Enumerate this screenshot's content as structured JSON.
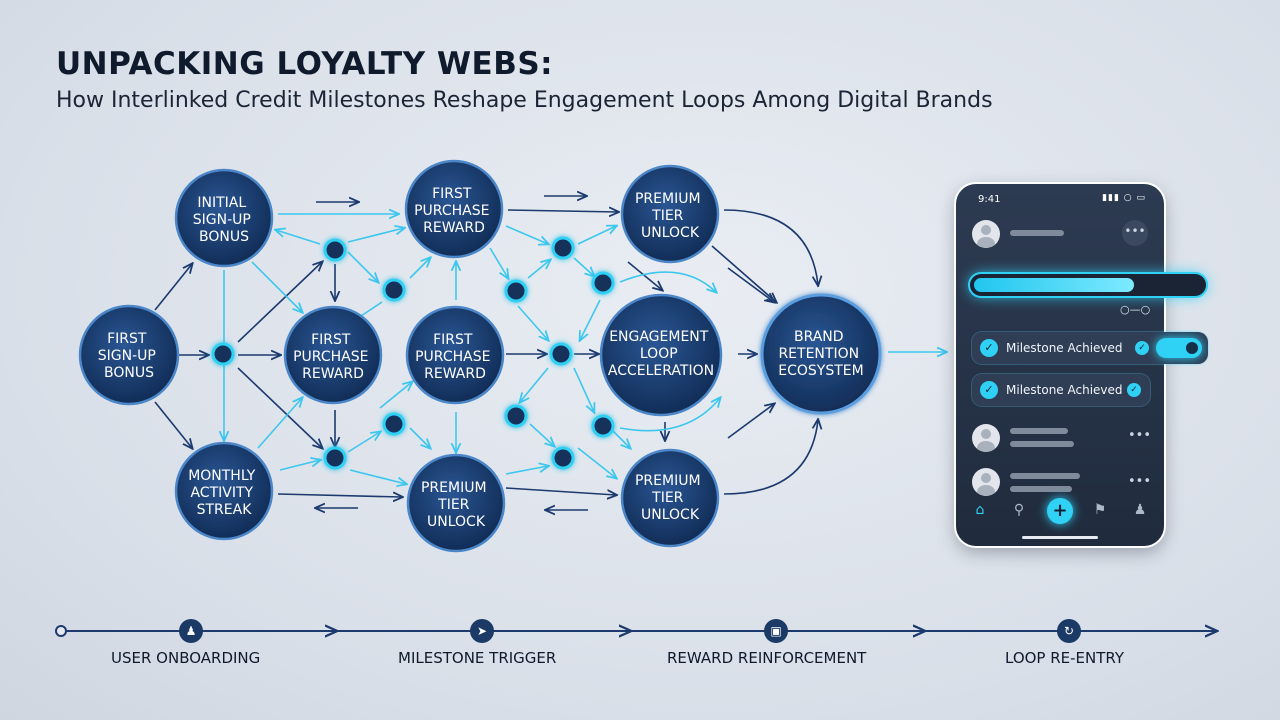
{
  "header": {
    "title": "UNPACKING LOYALTY WEBS:",
    "subtitle": "How Interlinked Credit Milestones Reshape Engagement Loops Among Digital Brands"
  },
  "diagram": {
    "nodes": {
      "first_signup": [
        "FIRST",
        "SIGN-UP",
        "BONUS"
      ],
      "initial_signup": [
        "INITIAL",
        "SIGN-UP",
        "BONUS"
      ],
      "monthly_streak": [
        "MONTHLY",
        "ACTIVITY",
        "STREAK"
      ],
      "first_purchase_mid": [
        "FIRST",
        "PURCHASE",
        "REWARD"
      ],
      "first_purchase_top": [
        "FIRST",
        "PURCHASE",
        "REWARD"
      ],
      "first_purchase_center": [
        "FIRST",
        "PURCHASE",
        "REWARD"
      ],
      "premium_bottom": [
        "PREMIUM",
        "TIER",
        "UNLOCK"
      ],
      "premium_top": [
        "PREMIUM",
        "TIER",
        "UNLOCK"
      ],
      "engagement_loop": [
        "ENGAGEMENT",
        "LOOP",
        "ACCELERATION"
      ],
      "premium_bottom_right": [
        "PREMIUM",
        "TIER",
        "UNLOCK"
      ],
      "brand_retention": [
        "BRAND",
        "RETENTION",
        "ECOSYSTEM"
      ]
    }
  },
  "phone": {
    "time": "9:41",
    "status_icons": "signal-wifi-battery-icons",
    "progress": 0.7,
    "milestones": [
      "Milestone Achieved",
      "Milestone Achieved"
    ],
    "nav_icons": [
      "home-icon",
      "search-icon",
      "add-icon",
      "bell-icon",
      "profile-icon"
    ]
  },
  "timeline": {
    "steps": [
      {
        "label": "USER ONBOARDING",
        "icon": "users-icon"
      },
      {
        "label": "MILESTONE TRIGGER",
        "icon": "rocket-icon"
      },
      {
        "label": "REWARD REINFORCEMENT",
        "icon": "gift-icon"
      },
      {
        "label": "LOOP RE-ENTRY",
        "icon": "refresh-icon"
      }
    ]
  },
  "colors": {
    "node_fill": "#173a6b",
    "node_border": "#3e7fc4",
    "accent_cyan": "#2fd1f5",
    "arrow_dark": "#1c3a6e",
    "title": "#0f1b2d"
  }
}
